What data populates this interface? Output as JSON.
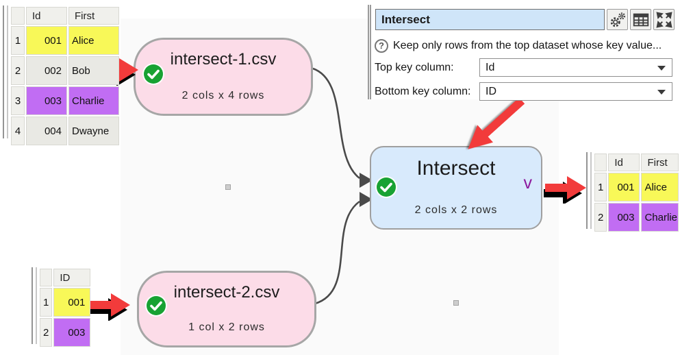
{
  "colors": {
    "canvas_bg": "#fafafa",
    "source_node_pink": "#fcdce8",
    "transform_node_blue": "#d8eafc",
    "check_green": "#18a233",
    "annotation_arrow_red": "#f23b3b",
    "key_match_yellow": "#f8f858",
    "key_match_purple": "#c16df3",
    "row_gray": "#e9e9e4",
    "panel_title_bg": "#cfe5f9",
    "output_marker_purple": "#8d1a9d",
    "connector_gray": "#4a4a4a"
  },
  "canvas": {
    "nodes": {
      "source1": {
        "title": "intersect-1.csv",
        "subtitle": "2 cols x 4 rows"
      },
      "source2": {
        "title": "intersect-2.csv",
        "subtitle": "1 col x 2 rows"
      },
      "transform": {
        "title": "Intersect",
        "subtitle": "2 cols x 2 rows",
        "output_marker": "v"
      }
    }
  },
  "panel": {
    "title_value": "Intersect",
    "icons": [
      "gears-icon",
      "table-icon",
      "expand-icon"
    ],
    "help_icon_glyph": "?",
    "help_text": "Keep only rows from the top dataset whose key value...",
    "fields": [
      {
        "label": "Top key column:",
        "value": "Id"
      },
      {
        "label": "Bottom key column:",
        "value": "ID"
      }
    ]
  },
  "tables": {
    "top_left": {
      "columns": [
        "Id",
        "First"
      ],
      "rows": [
        {
          "num": "1",
          "cells": [
            "001",
            "Alice"
          ],
          "highlight": "yellow"
        },
        {
          "num": "2",
          "cells": [
            "002",
            "Bob"
          ],
          "highlight": "none"
        },
        {
          "num": "3",
          "cells": [
            "003",
            "Charlie"
          ],
          "highlight": "purple"
        },
        {
          "num": "4",
          "cells": [
            "004",
            "Dwayne"
          ],
          "highlight": "none"
        }
      ]
    },
    "bottom_left": {
      "columns": [
        "ID"
      ],
      "rows": [
        {
          "num": "1",
          "cells": [
            "001"
          ],
          "highlight": "yellow"
        },
        {
          "num": "2",
          "cells": [
            "003"
          ],
          "highlight": "purple"
        }
      ]
    },
    "result": {
      "columns": [
        "Id",
        "First"
      ],
      "rows": [
        {
          "num": "1",
          "cells": [
            "001",
            "Alice"
          ],
          "highlight": "yellow"
        },
        {
          "num": "2",
          "cells": [
            "003",
            "Charlie"
          ],
          "highlight": "purple"
        }
      ]
    }
  }
}
